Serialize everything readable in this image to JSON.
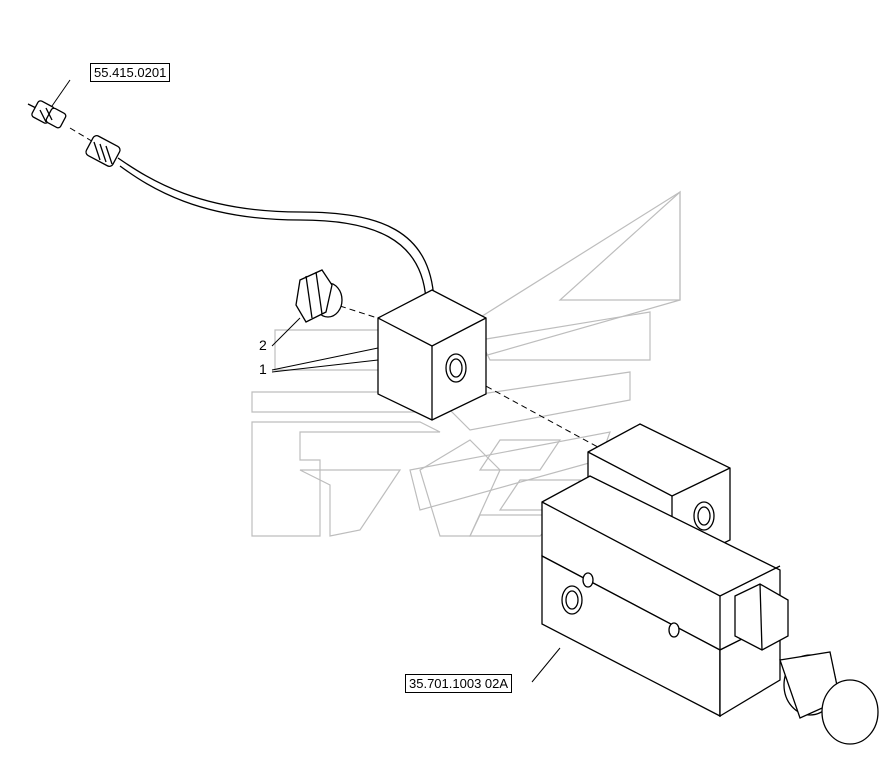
{
  "references": {
    "top": "55.415.0201",
    "bottom": "35.701.1003 02A"
  },
  "callouts": {
    "item2": "2",
    "item1": "1"
  },
  "colors": {
    "line": "#000000",
    "watermark": "#bdbdbd",
    "dash": "#000000"
  },
  "icons": {
    "watermark": "stylized-logo-watermark"
  }
}
